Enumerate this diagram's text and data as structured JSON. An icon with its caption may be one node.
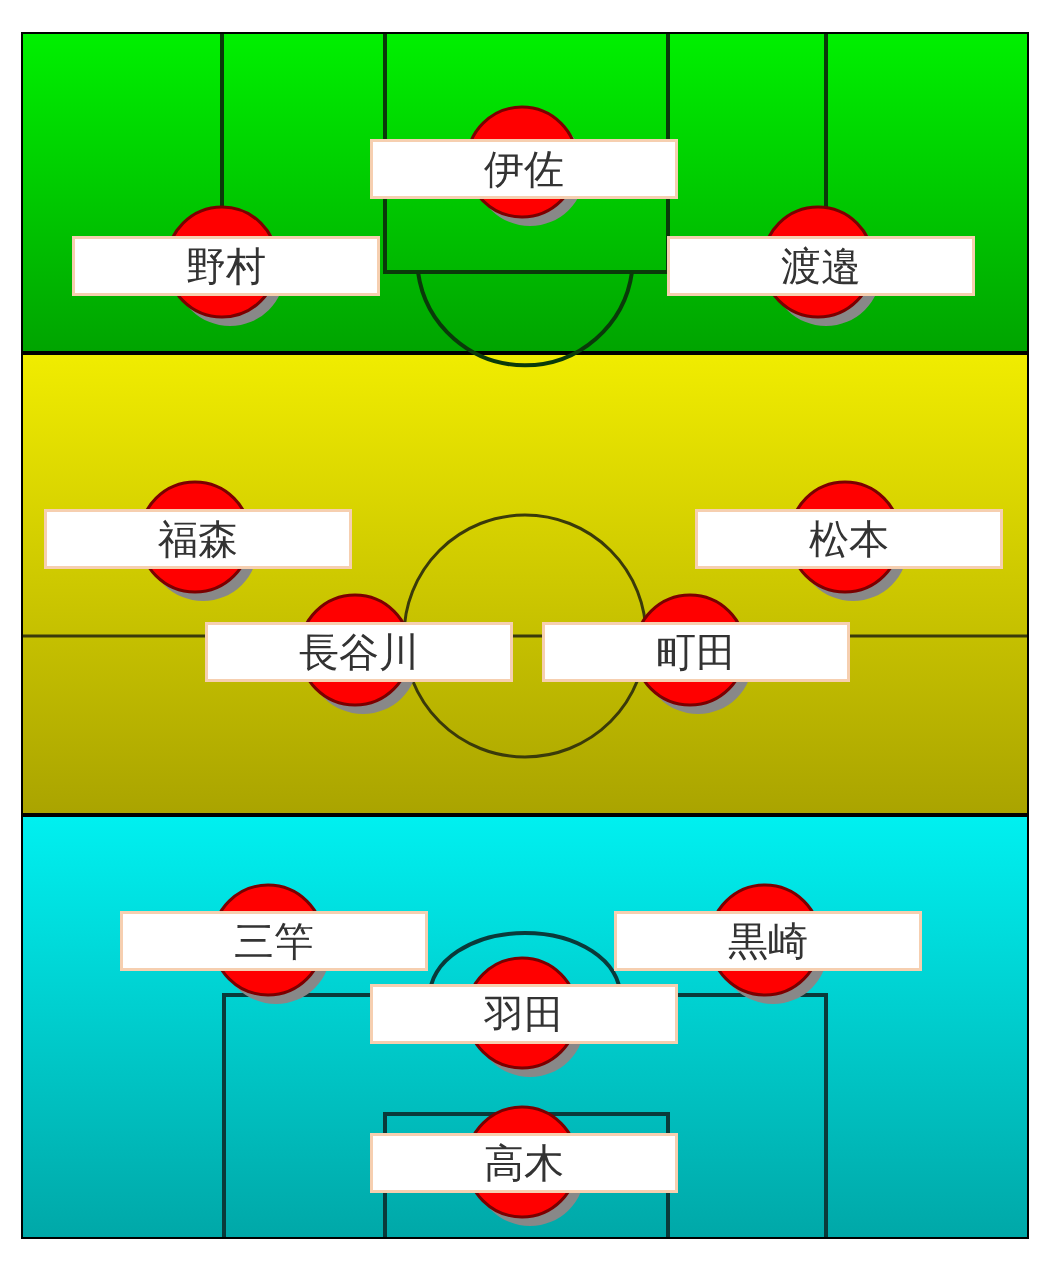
{
  "diagram": {
    "nodes": [
      {
        "text": [
          "伊佐"
        ]
      },
      {
        "text": [
          "野村"
        ]
      },
      {
        "text": [
          "渡邉"
        ]
      },
      {
        "text": [
          "福森"
        ]
      },
      {
        "text": [
          "松本"
        ]
      },
      {
        "text": [
          "長谷川"
        ]
      },
      {
        "text": [
          "町田"
        ]
      },
      {
        "text": [
          "三竿"
        ]
      },
      {
        "text": [
          "黒崎"
        ]
      },
      {
        "text": [
          "羽田"
        ]
      },
      {
        "text": [
          "高木"
        ]
      }
    ]
  }
}
